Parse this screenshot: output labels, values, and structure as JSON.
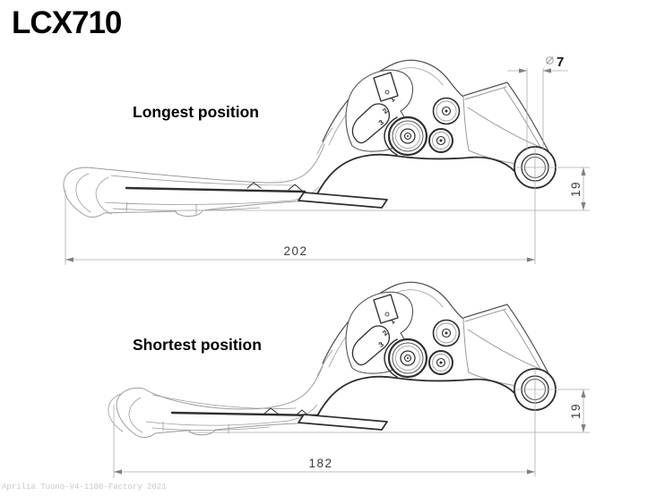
{
  "page": {
    "title": "LCX710",
    "watermark": "Aprilia Tuono-V4-1100-Factory 2021",
    "background": "#ffffff"
  },
  "views": [
    {
      "label": "Longest position",
      "dims": {
        "length": "202",
        "drop": "19",
        "hole_diameter": "7",
        "hole_diameter_symbol": "⌀"
      }
    },
    {
      "label": "Shortest position",
      "dims": {
        "length": "182",
        "drop": "19"
      }
    }
  ],
  "drawing": {
    "adjuster_numbers": [
      "3",
      "2",
      "1"
    ]
  },
  "colors": {
    "outline_dark": "#2e2e2e",
    "outline_medium": "#555555",
    "outline_light": "#9b9b9b",
    "dimension_line": "#ababab",
    "dimension_text": "#3a3a3a",
    "label_text": "#000000",
    "watermark_text": "#c7c7c7"
  }
}
